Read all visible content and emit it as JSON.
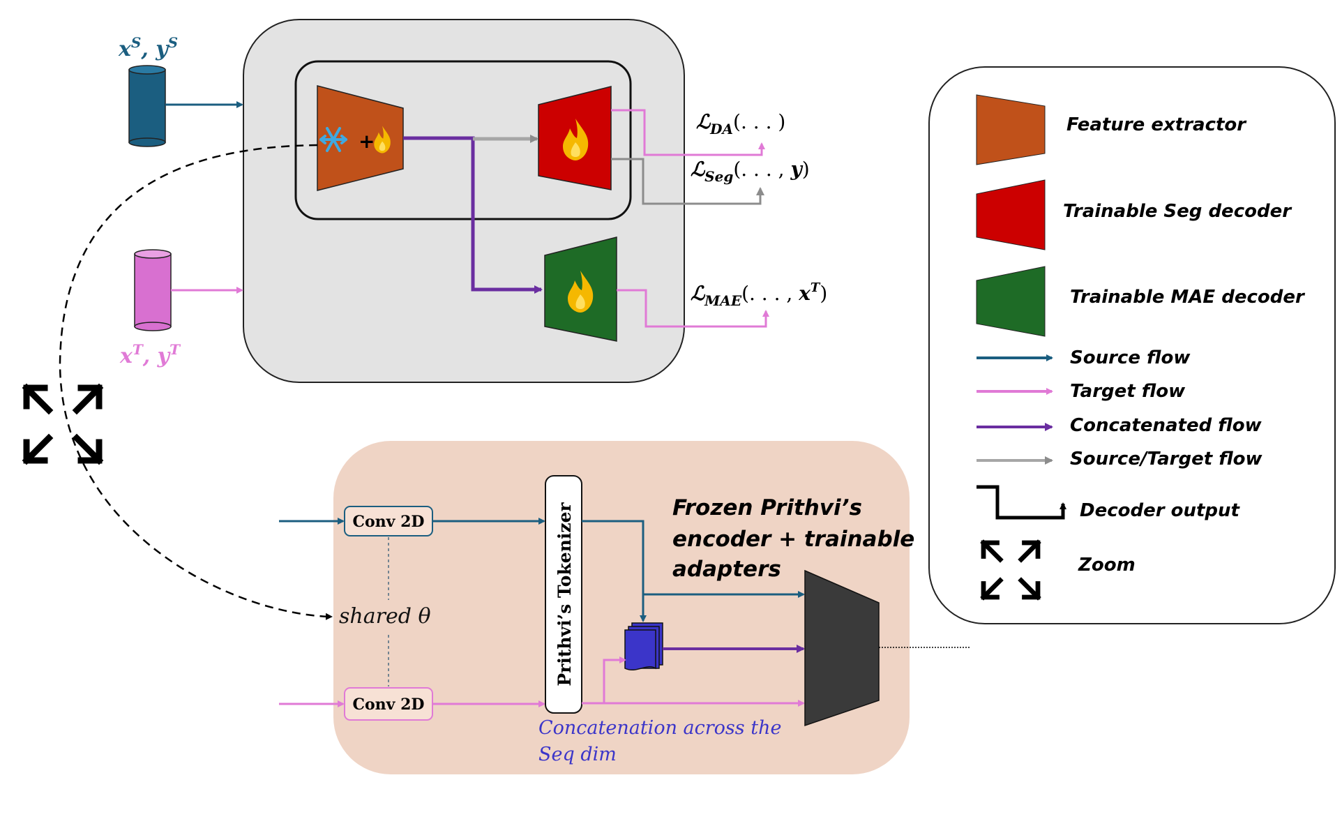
{
  "inputs": {
    "source_label": "x^S, y^S",
    "target_label": "x^T, y^T"
  },
  "losses": {
    "da": "ℒDA(...)",
    "seg": "ℒSeg(..., y)",
    "mae": "ℒMAE(..., x^T)"
  },
  "bottom": {
    "conv_top": "Conv 2D",
    "conv_bottom": "Conv 2D",
    "shared": "shared θ",
    "tokenizer": "Prithvi’s Tokenizer",
    "frozen_line1": "Frozen Prithvi’s",
    "frozen_line2": "encoder + trainable",
    "frozen_line3": "adapters",
    "concat_line1": "Concatenation across the",
    "concat_line2": "Seq dim"
  },
  "legend": {
    "feature_extractor": "Feature extractor",
    "seg_decoder": "Trainable Seg decoder",
    "mae_decoder": "Trainable MAE decoder",
    "source_flow": "Source flow",
    "target_flow": "Target flow",
    "concat_flow": "Concatenated   flow",
    "st_flow": "Source/Target   flow",
    "decoder_output": "Decoder output",
    "zoom": "Zoom"
  },
  "colors": {
    "source": "#1b5e80",
    "target": "#e07ad6",
    "concat": "#6a2ea0",
    "gray": "#a6a6a6",
    "feature": "#c0511a",
    "seg": "#cc0000",
    "mae": "#1e6b26",
    "top_panel": "#e3e3e3",
    "bottom_panel": "#efd4c5"
  },
  "icons": {
    "snowflake": "snowflake-icon",
    "fire": "fire-icon",
    "zoom": "zoom-icon",
    "database": "database-icon"
  }
}
